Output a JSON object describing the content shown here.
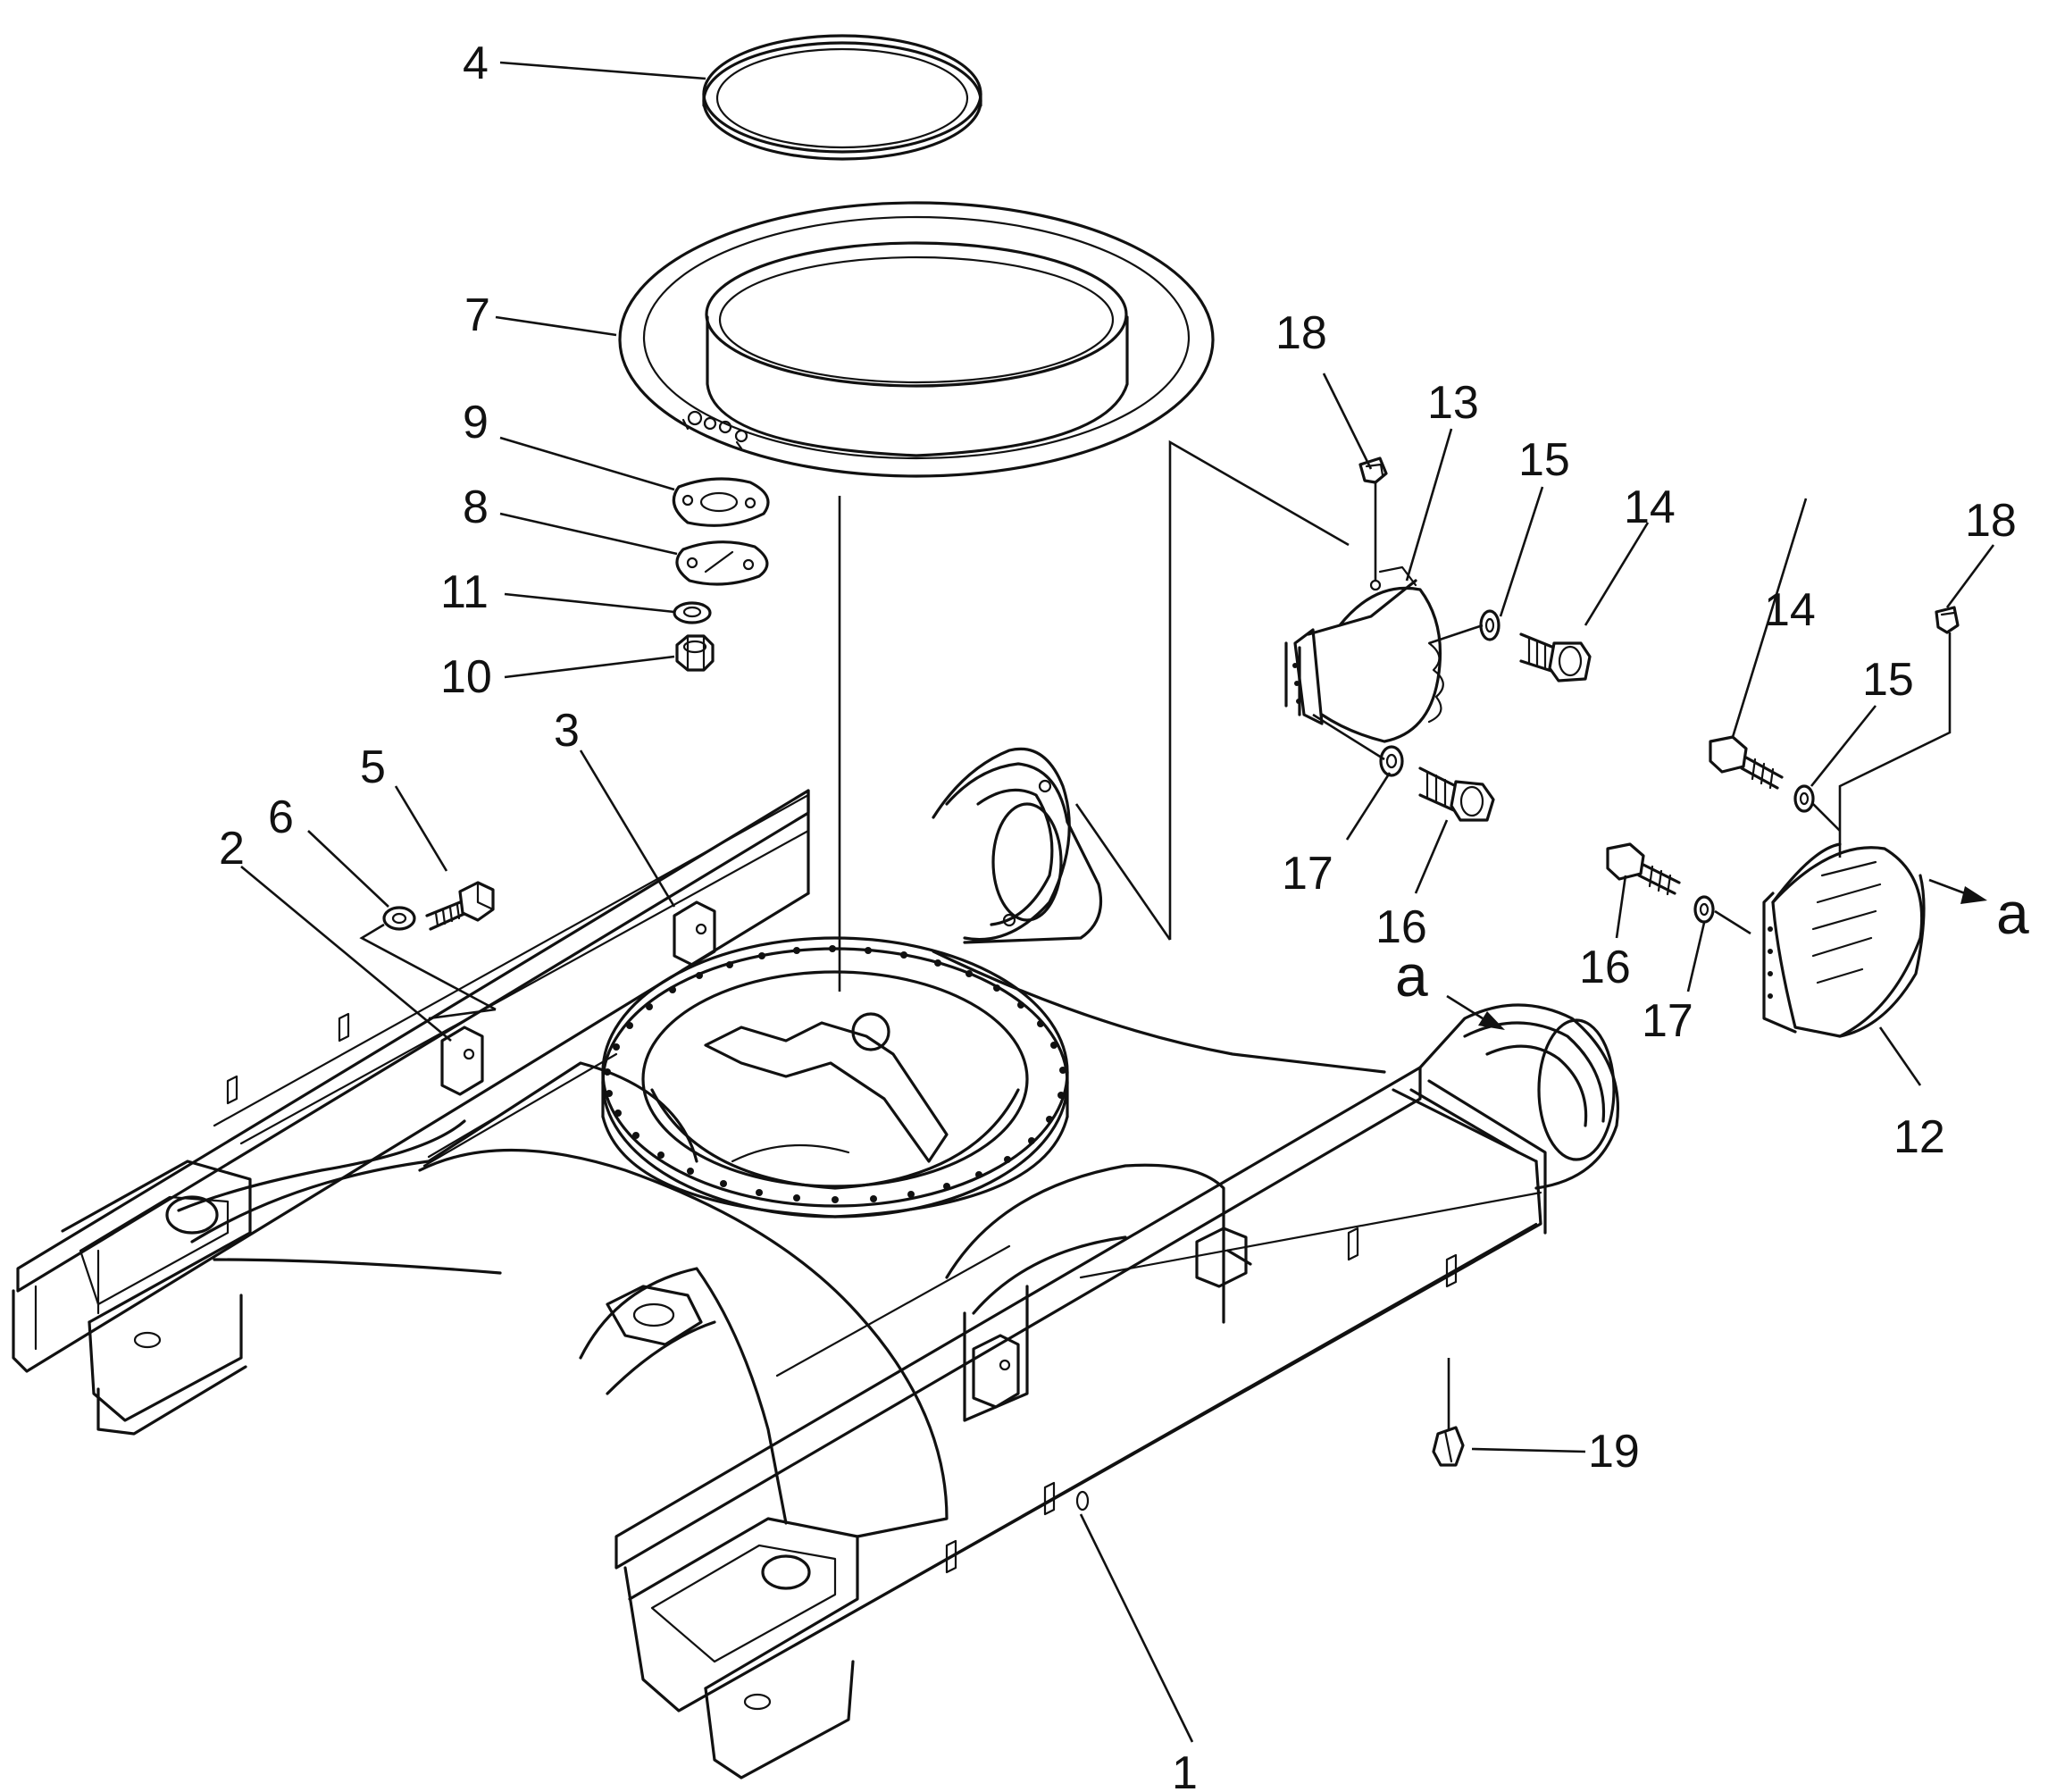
{
  "diagram": {
    "callouts": [
      {
        "id": "1",
        "label": "1"
      },
      {
        "id": "2",
        "label": "2"
      },
      {
        "id": "3",
        "label": "3"
      },
      {
        "id": "4",
        "label": "4"
      },
      {
        "id": "5",
        "label": "5"
      },
      {
        "id": "6",
        "label": "6"
      },
      {
        "id": "7",
        "label": "7"
      },
      {
        "id": "8",
        "label": "8"
      },
      {
        "id": "9",
        "label": "9"
      },
      {
        "id": "10",
        "label": "10"
      },
      {
        "id": "11",
        "label": "11"
      },
      {
        "id": "12",
        "label": "12"
      },
      {
        "id": "13",
        "label": "13"
      },
      {
        "id": "14a",
        "label": "14"
      },
      {
        "id": "14b",
        "label": "14"
      },
      {
        "id": "15a",
        "label": "15"
      },
      {
        "id": "15b",
        "label": "15"
      },
      {
        "id": "16a",
        "label": "16"
      },
      {
        "id": "16b",
        "label": "16"
      },
      {
        "id": "17a",
        "label": "17"
      },
      {
        "id": "17b",
        "label": "17"
      },
      {
        "id": "18a",
        "label": "18"
      },
      {
        "id": "18b",
        "label": "18"
      },
      {
        "id": "19",
        "label": "19"
      }
    ],
    "view_markers": [
      {
        "id": "a1",
        "label": "a"
      },
      {
        "id": "a2",
        "label": "a"
      }
    ],
    "colors": {
      "ink": "#111111",
      "paper": "#ffffff"
    }
  }
}
